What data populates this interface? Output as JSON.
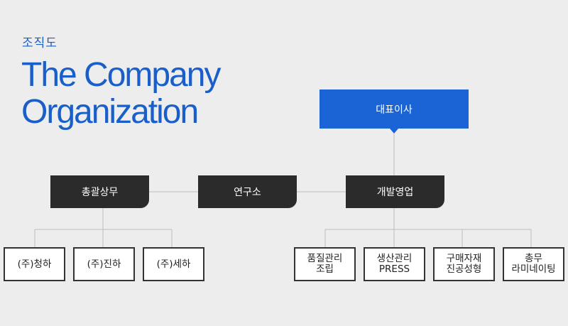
{
  "header": {
    "eyebrow": "조직도",
    "title_line1": "The Company",
    "title_line2": "Organization"
  },
  "org": {
    "ceo": "대표이사",
    "departments": [
      "총괄상무",
      "연구소",
      "개발영업"
    ],
    "affiliates": [
      "(주)청하",
      "(주)진하",
      "(주)세하"
    ],
    "teams": [
      {
        "line1": "품질관리",
        "line2": "조립"
      },
      {
        "line1": "생산관리",
        "line2": "PRESS"
      },
      {
        "line1": "구매자재",
        "line2": "진공성형"
      },
      {
        "line1": "총무",
        "line2": "라미네이팅"
      }
    ]
  },
  "colors": {
    "accent": "#1a64d6",
    "dept_bg": "#2b2b2b",
    "background": "#ededed"
  }
}
